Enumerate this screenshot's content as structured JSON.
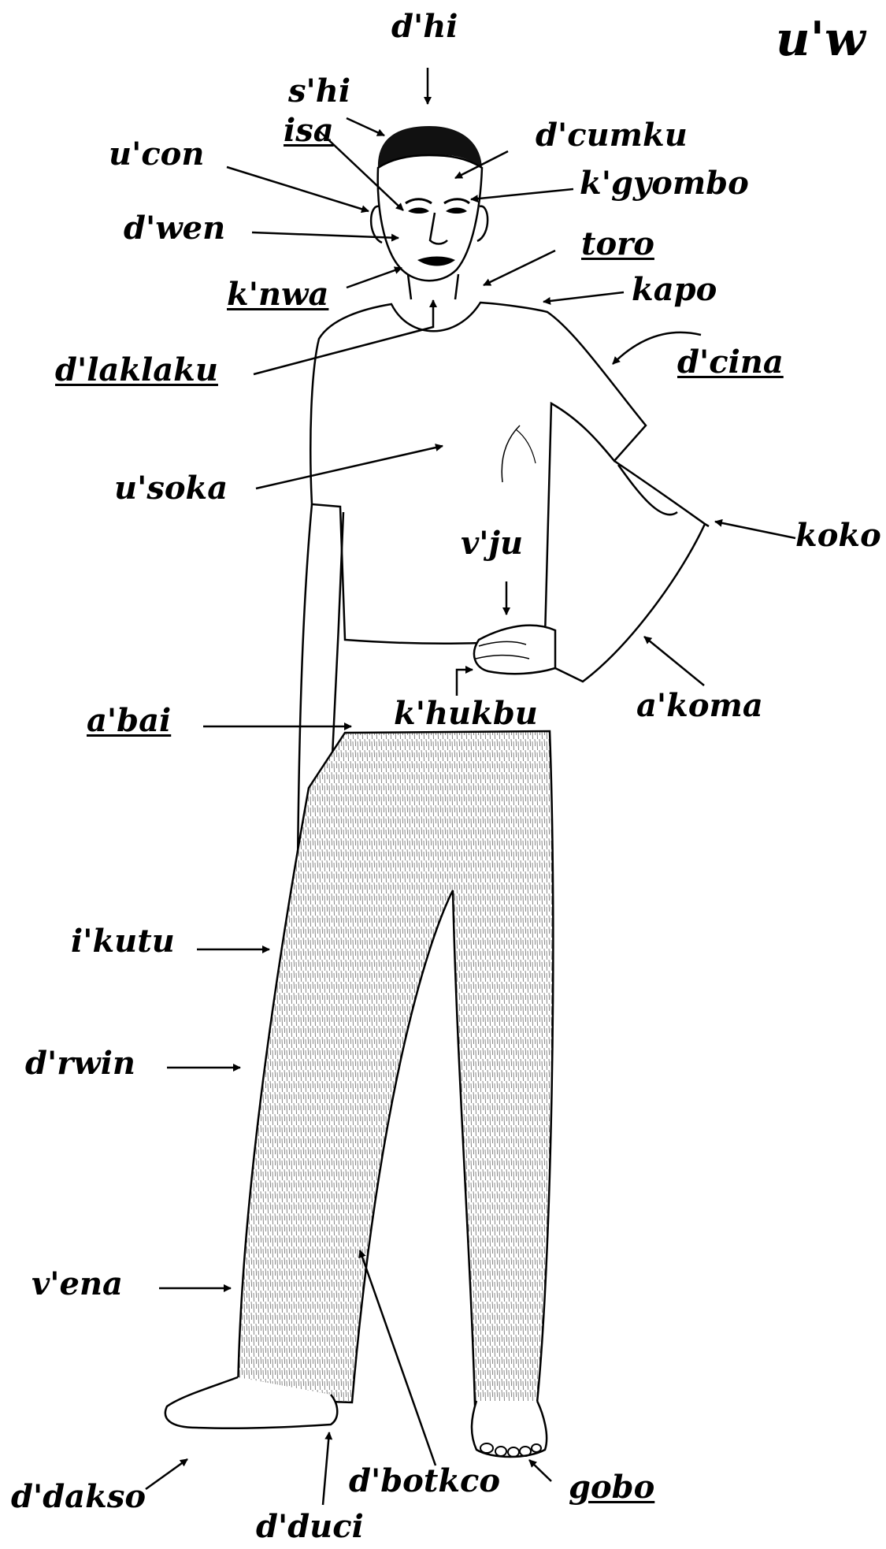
{
  "title": "u'w",
  "labels": {
    "dhi": "d'hi",
    "shi": "s'hi",
    "isa": "isa",
    "ucon": "u'con",
    "dcumku": "d'cumku",
    "kgyombo": "k'gyombo",
    "dwen": "d'wen",
    "toro": "toro",
    "knwa": "k'nwa",
    "kapo": "kapo",
    "dlaklaku": "d'laklaku",
    "dcina": "d'cina",
    "usoka": "u'soka",
    "koko": "koko",
    "vju": "v'ju",
    "akoma": "a'koma",
    "abai": "a'bai",
    "khukbu": "k'hukbu",
    "ikutu": "i'kutu",
    "drwin": "d'rwin",
    "vena": "v'ena",
    "dakso": "d'dakso",
    "dbotkco": "d'botkco",
    "gobo": "gobo",
    "dduci": "d'duci"
  }
}
